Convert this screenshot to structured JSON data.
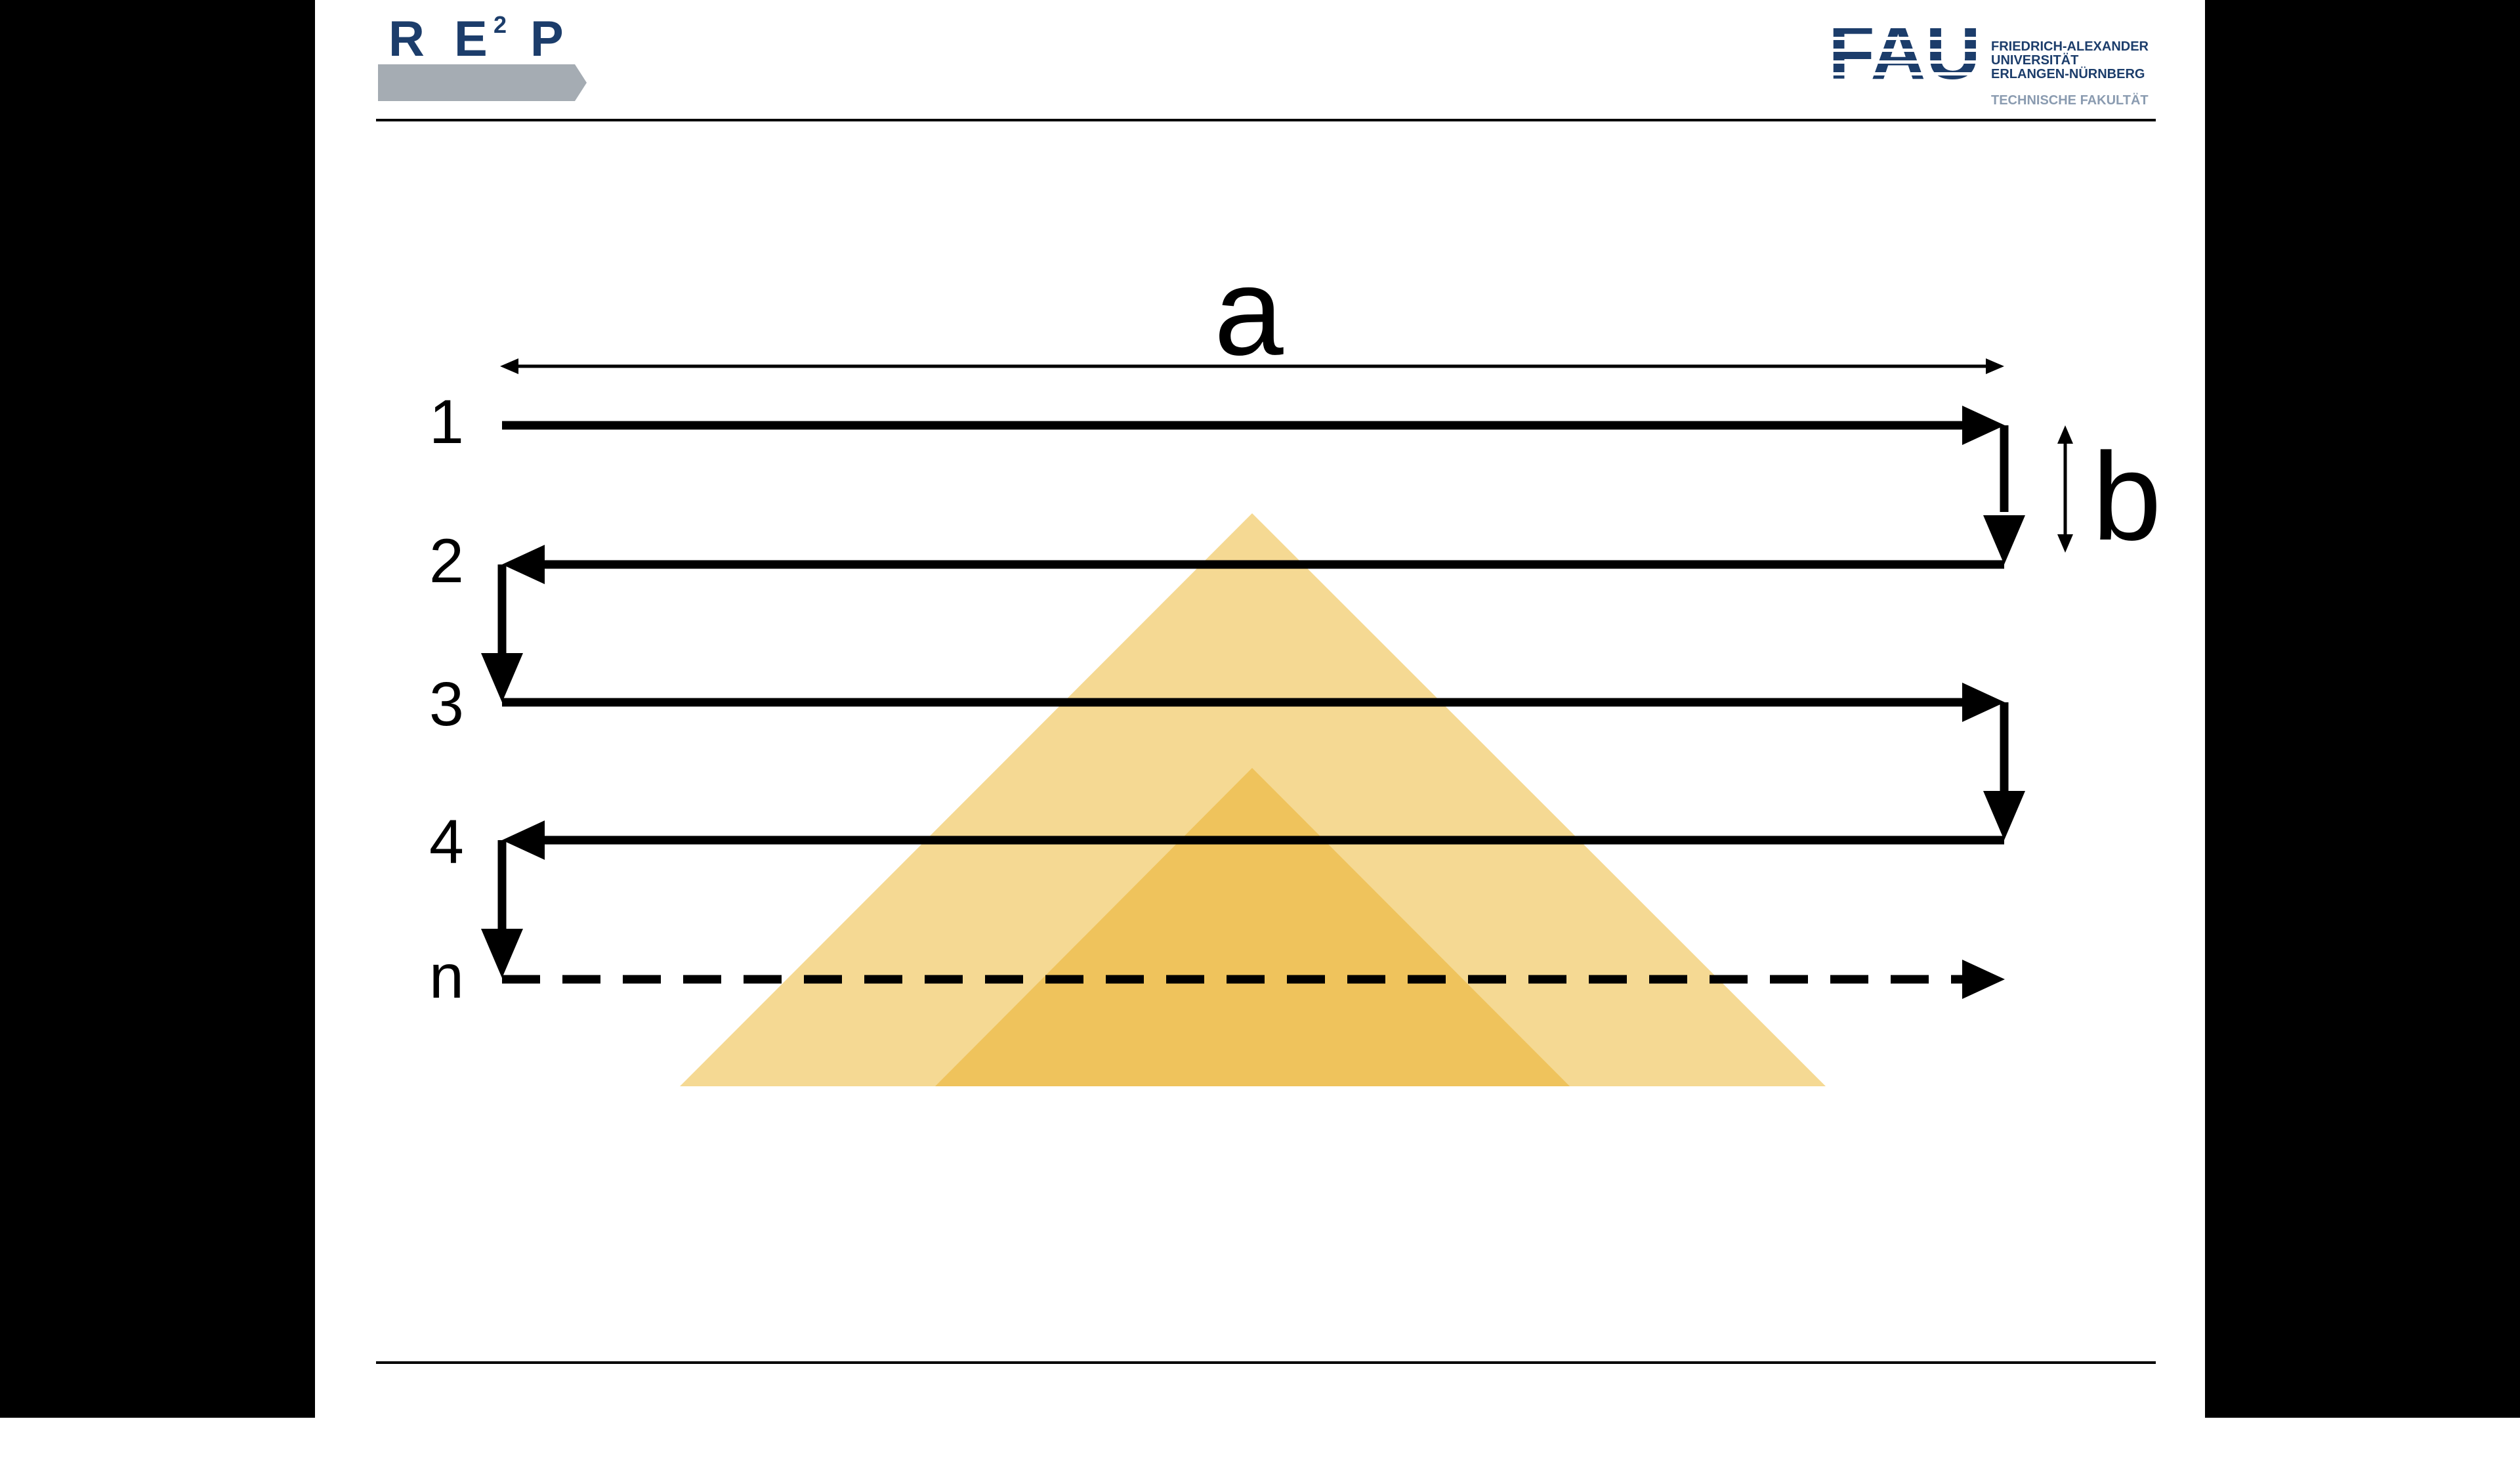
{
  "slide": {
    "background": "#ffffff",
    "frame_color": "#000000"
  },
  "header": {
    "left_logo": {
      "letters": [
        "R",
        "E",
        "P"
      ],
      "superscript": "2",
      "color": "#1c3d6b",
      "chevron_color": "#a5acb3"
    },
    "right_logo": {
      "wordmark": "FAU",
      "line1": "FRIEDRICH-ALEXANDER",
      "line2": "UNIVERSITÄT",
      "line3": "ERLANGEN-NÜRNBERG",
      "line4": "TECHNISCHE FAKULTÄT",
      "color": "#1c3d6b",
      "sub_color": "#8a9bb0"
    }
  },
  "diagram": {
    "dimension_a": "a",
    "dimension_b": "b",
    "row_labels": [
      "1",
      "2",
      "3",
      "4",
      "n"
    ],
    "line_color": "#000000",
    "triangle_outer_color": "#f5d993",
    "triangle_inner_color": "#efc35c"
  }
}
